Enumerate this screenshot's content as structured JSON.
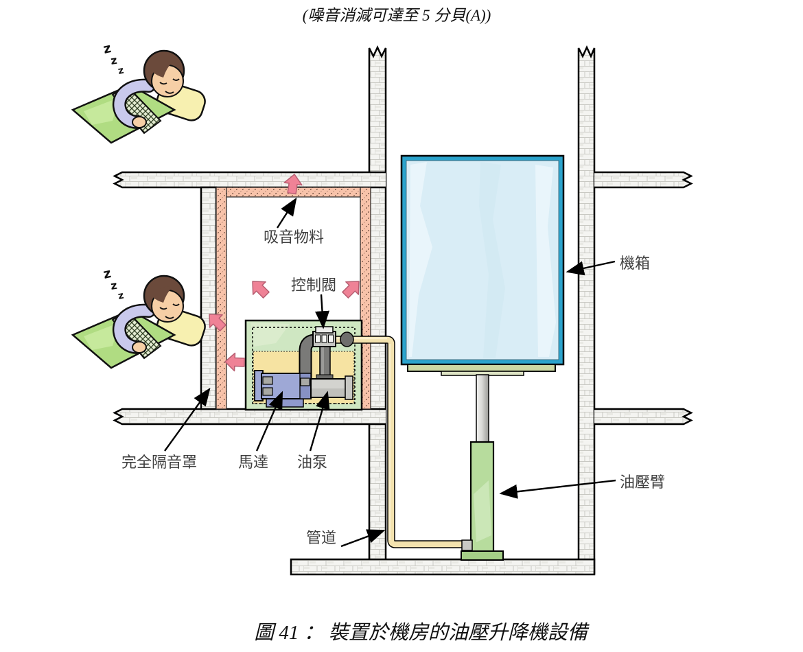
{
  "captions": {
    "top": "(噪音消減可達至 5 分貝(A))",
    "figure": "圖 41 ：  裝置於機房的油壓升降機設備"
  },
  "labels": {
    "sound_absorbing_material": "吸音物料",
    "control_valve": "控制閥",
    "lift_car": "機箱",
    "full_acoustic_enclosure": "完全隔音罩",
    "motor": "馬達",
    "oil_pump": "油泵",
    "hydraulic_arm": "油壓臂",
    "pipe": "管道"
  },
  "sleeper": {
    "z": "z"
  },
  "colors": {
    "pink_arrow": "#ef8296",
    "lining": "#f8c3aa",
    "car_frame": "#2ba3cc",
    "car_fill": "#d9edf6",
    "cylinder_green": "#b7dc9d",
    "oil_pipe": "#f3e2ae",
    "enclosure_green": "#cfe7c2",
    "tank_yellow": "#f6e3a2",
    "motor_blue": "#9ea8d6",
    "pump_gray": "#d3d3cf",
    "wall_fill": "#f4f4f1"
  }
}
